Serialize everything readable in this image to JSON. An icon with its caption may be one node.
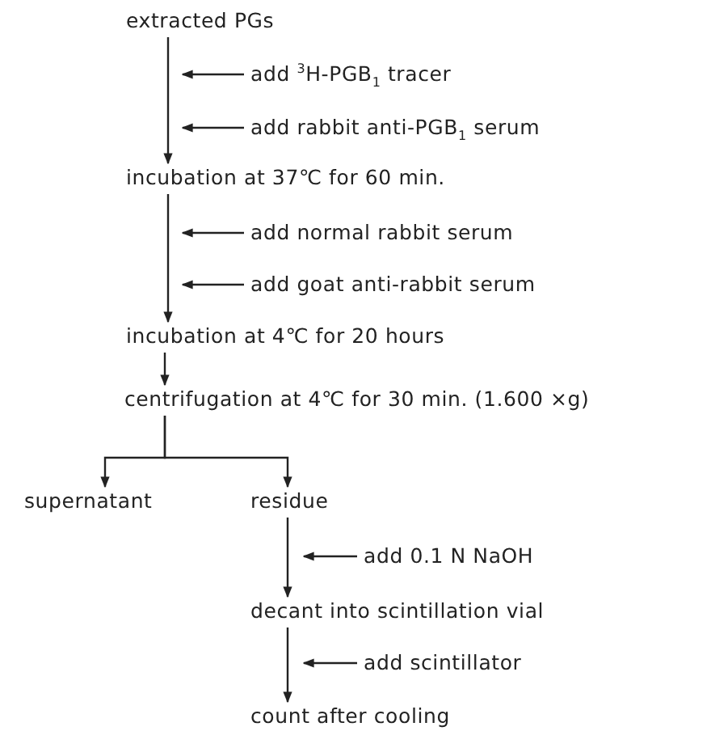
{
  "diagram": {
    "nodes": [
      {
        "text": [
          "extracted PGs"
        ]
      },
      {
        "text": [
          "add $^{3}$H-PGB$_{1}$ tracer"
        ]
      },
      {
        "text": [
          "add rabbit anti-PGB$_{1}$ serum"
        ]
      },
      {
        "text": [
          "incubation at 37℃ for 60 min."
        ]
      },
      {
        "text": [
          "add normal rabbit serum"
        ]
      },
      {
        "text": [
          "add goat anti-rabbit serum"
        ]
      },
      {
        "text": [
          "incubation at 4℃ for 20 hours"
        ]
      },
      {
        "text": [
          "centrifugation at 4℃ for 30 min. (1.600 ×g)"
        ]
      },
      {
        "text": [
          "supernatant"
        ]
      },
      {
        "text": [
          "residue"
        ]
      },
      {
        "text": [
          "add 0.1 N NaOH"
        ]
      },
      {
        "text": [
          "decant into scintillation vial"
        ]
      },
      {
        "text": [
          "add scintillator"
        ]
      },
      {
        "text": [
          "count after cooling"
        ]
      }
    ],
    "edges": [
      {
        "from": 0,
        "to": 3,
        "arrow": "to"
      },
      {
        "from": 1,
        "to": 0,
        "arrow": "to"
      },
      {
        "from": 2,
        "to": 3,
        "arrow": "to"
      },
      {
        "from": 3,
        "to": 6,
        "arrow": "to"
      },
      {
        "from": 4,
        "to": 3,
        "arrow": "to"
      },
      {
        "from": 5,
        "to": 6,
        "arrow": "to"
      },
      {
        "from": 6,
        "to": 7,
        "arrow": "to"
      },
      {
        "from": 7,
        "to": 8,
        "arrow": "to"
      },
      {
        "from": 7,
        "to": 9,
        "arrow": "to"
      },
      {
        "from": 9,
        "to": 11,
        "arrow": "to"
      },
      {
        "from": 10,
        "to": 9,
        "arrow": "to"
      },
      {
        "from": 11,
        "to": 13,
        "arrow": "to"
      },
      {
        "from": 12,
        "to": 13,
        "arrow": "to"
      }
    ]
  }
}
